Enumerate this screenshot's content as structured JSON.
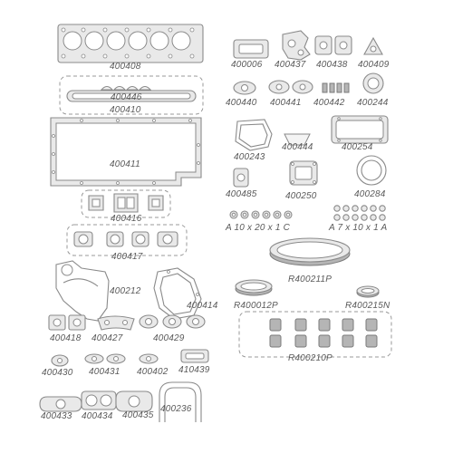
{
  "parts": {
    "p400408": "400408",
    "p400446": "400446",
    "p400410": "400410",
    "p400411": "400411",
    "p400416": "400416",
    "p400417": "400417",
    "p400212": "400212",
    "p400414": "400414",
    "p400418": "400418",
    "p400427": "400427",
    "p400429": "400429",
    "p400430": "400430",
    "p400431": "400431",
    "p400402": "400402",
    "p410439": "410439",
    "p400433": "400433",
    "p400434": "400434",
    "p400435": "400435",
    "p400236": "400236",
    "p400006": "400006",
    "p400437": "400437",
    "p400438": "400438",
    "p400409": "400409",
    "p400440": "400440",
    "p400441": "400441",
    "p400442": "400442",
    "p400244": "400244",
    "p400243": "400243",
    "p400444": "400444",
    "p400254": "400254",
    "p400485": "400485",
    "p400250": "400250",
    "p400284": "400284",
    "washer_a": "A 10 x 20 x 1 C",
    "washer_b": "A 7 x 10 x 1 A",
    "r400211p": "R400211P",
    "r400012p": "R400012P",
    "r400215n": "R400215N",
    "r400210p": "R400210P"
  },
  "colors": {
    "line": "#8a8a8a",
    "fill": "#e9e9e9",
    "label": "#5a5a5a"
  }
}
